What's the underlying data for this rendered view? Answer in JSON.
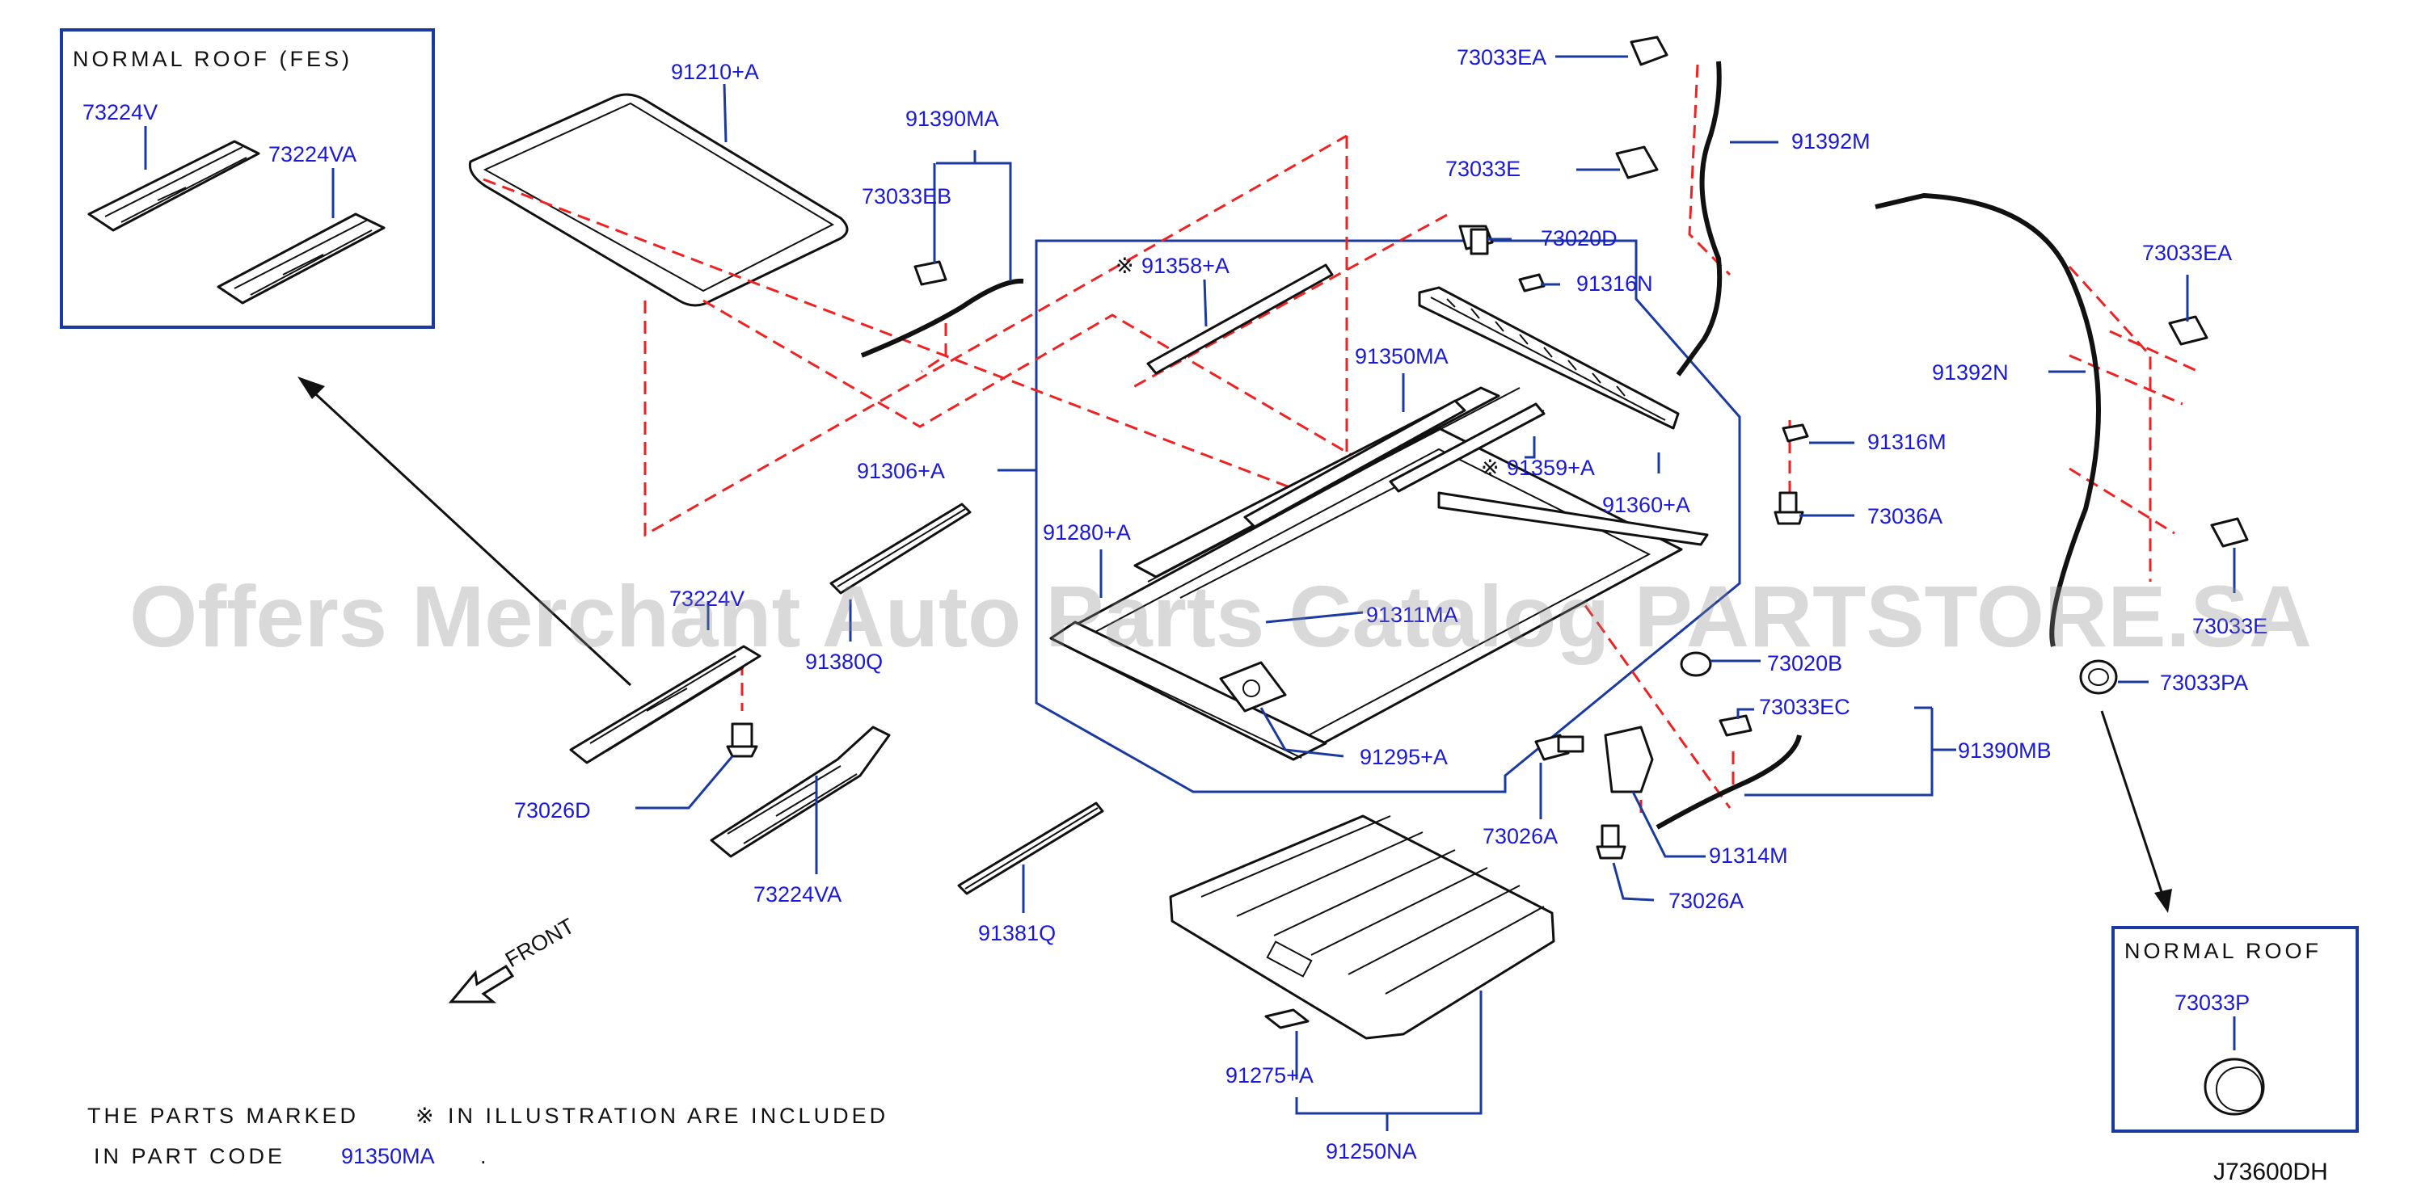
{
  "diagram_code": "J73600DH",
  "watermark": "Offers Merchant Auto Parts Catalog PARTSTORE.SA",
  "inset_left": {
    "title": "NORMAL  ROOF   (FES)",
    "labels": [
      "73224V",
      "73224VA"
    ]
  },
  "inset_right": {
    "title": "NORMAL  ROOF",
    "labels": [
      "73033P"
    ]
  },
  "labels": {
    "l91210A": "91210+A",
    "l91390MA": "91390MA",
    "l73033EB": "73033EB",
    "l91358A": "91358+A",
    "l91350MA": "91350MA",
    "l91359A": "91359+A",
    "l91360A": "91360+A",
    "l91306A": "91306+A",
    "l91280A": "91280+A",
    "l91311MA": "91311MA",
    "l91295A": "91295+A",
    "l73224V": "73224V",
    "l91380Q": "91380Q",
    "l73026D": "73026D",
    "l73224VA": "73224VA",
    "l91381Q": "91381Q",
    "l73033EA_top": "73033EA",
    "l73033E": "73033E",
    "l73020D": "73020D",
    "l91316N": "91316N",
    "l91392M": "91392M",
    "l73033EA_right": "73033EA",
    "l91392N": "91392N",
    "l91316M": "91316M",
    "l73036A": "73036A",
    "l73033E_right": "73033E",
    "l73020B": "73020B",
    "l73033PA": "73033PA",
    "l73033EC": "73033EC",
    "l91390MB": "91390MB",
    "l73026A_a": "73026A",
    "l73026A_b": "73026A",
    "l91314M": "91314M",
    "l91275A": "91275+A",
    "l91250NA": "91250NA"
  },
  "front_label": "FRONT",
  "footnote": {
    "line1": "THE  PARTS  MARKED",
    "mark": "※",
    "line1b": "IN  ILLUSTRATION  ARE  INCLUDED",
    "line2": "IN  PART  CODE",
    "code": "91350MA",
    "end": "."
  },
  "marks": {
    "m1": "※",
    "m2": "※"
  },
  "colors": {
    "label": "#1a1ad6",
    "leader": "#1a3aa0",
    "dash": "#ee2222"
  }
}
